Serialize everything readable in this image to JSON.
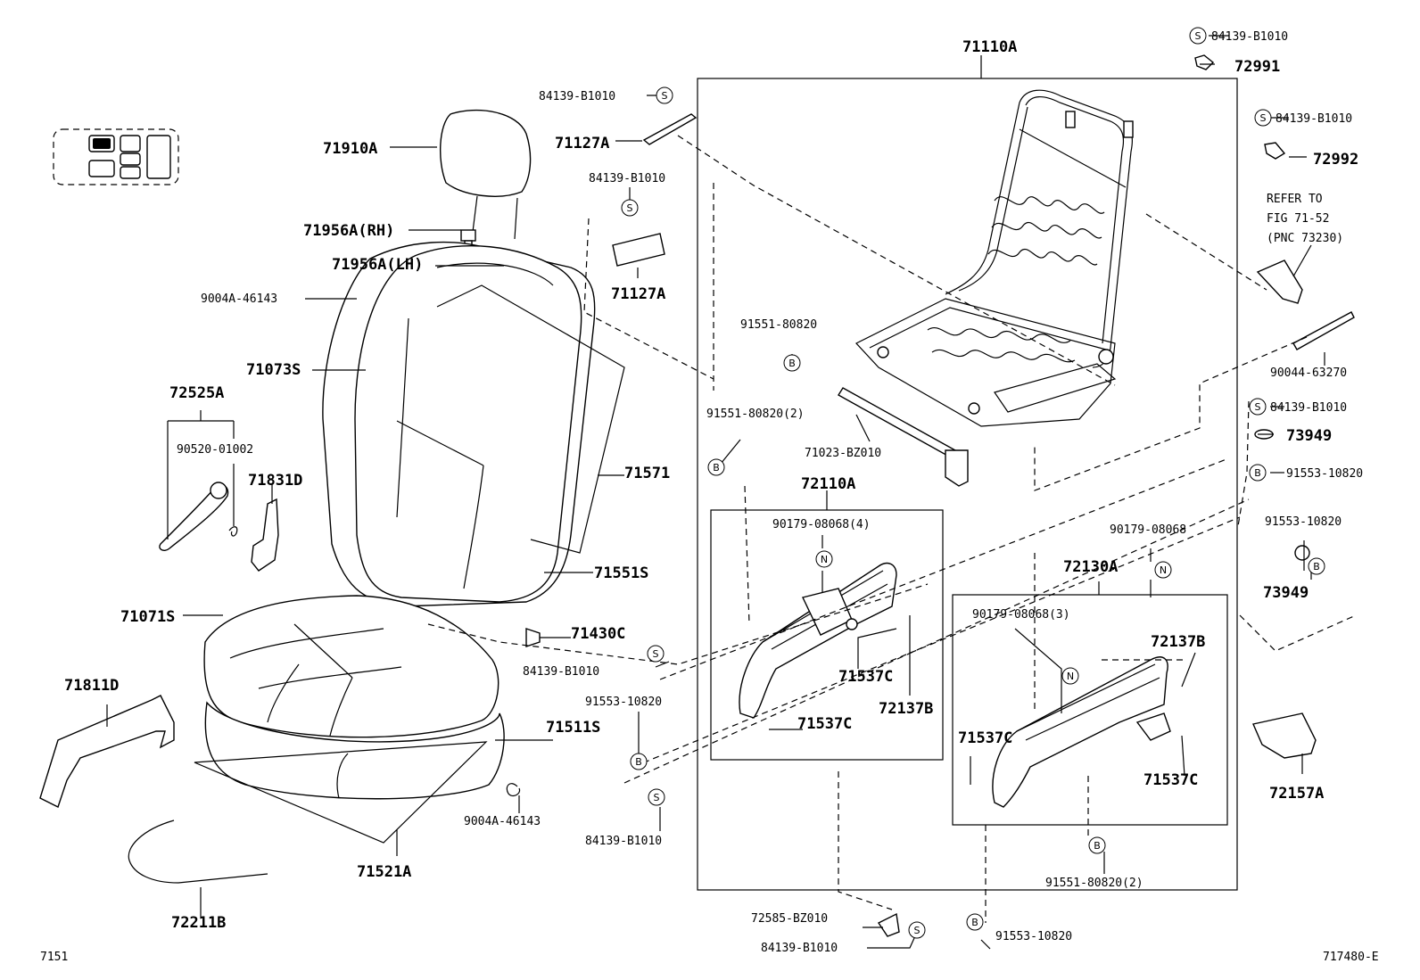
{
  "diagram": {
    "figure_code": "7151",
    "illustration_id": "717480-E",
    "labels": {
      "l71110A": "71110A",
      "l84139_top": "84139-B1010",
      "l72991": "72991",
      "l84139_b": "84139-B1010",
      "l71127A_1": "71127A",
      "l84139_c": "84139-B1010",
      "l71127A_2": "71127A",
      "l84139_d": "84139-B1010",
      "l72992": "72992",
      "refer1": "REFER TO",
      "refer2": "FIG 71-52",
      "refer3": "(PNC 73230)",
      "l90044": "90044-63270",
      "l71910A": "71910A",
      "l71956A_RH": "71956A(RH)",
      "l71956A_LH": "71956A(LH)",
      "l9004A_1": "9004A-46143",
      "l71073S": "71073S",
      "l72525A": "72525A",
      "l90520": "90520-01002",
      "l71831D": "71831D",
      "l71571": "71571",
      "l71551S": "71551S",
      "l91551_1": "91551-80820",
      "l91551_2": "91551-80820(2)",
      "l71023": "71023-BZ010",
      "l84139_e": "84139-B1010",
      "l73949_1": "73949",
      "l91553_1": "91553-10820",
      "l72110A": "72110A",
      "l90179_4": "90179-08068(4)",
      "l90179_a": "90179-08068",
      "l91553_2": "91553-10820",
      "l73949_2": "73949",
      "l72130A": "72130A",
      "l90179_3": "90179-08068(3)",
      "l72137B_1": "72137B",
      "l71071S": "71071S",
      "l71430C": "71430C",
      "l84139_f": "84139-B1010",
      "l71537C_1": "71537C",
      "l72137B_2": "72137B",
      "l71537C_2": "71537C",
      "l71537C_3": "71537C",
      "l71537C_4": "71537C",
      "l71811D": "71811D",
      "l91553_3": "91553-10820",
      "l71511S": "71511S",
      "l72157A": "72157A",
      "l9004A_2": "9004A-46143",
      "l84139_g": "84139-B1010",
      "l71521A": "71521A",
      "l91551_3": "91551-80820(2)",
      "l72211B": "72211B",
      "l72585": "72585-BZ010",
      "l84139_h": "84139-B1010",
      "l91553_4": "91553-10820"
    },
    "symbols": {
      "s": "S",
      "b": "B",
      "n": "N"
    }
  }
}
